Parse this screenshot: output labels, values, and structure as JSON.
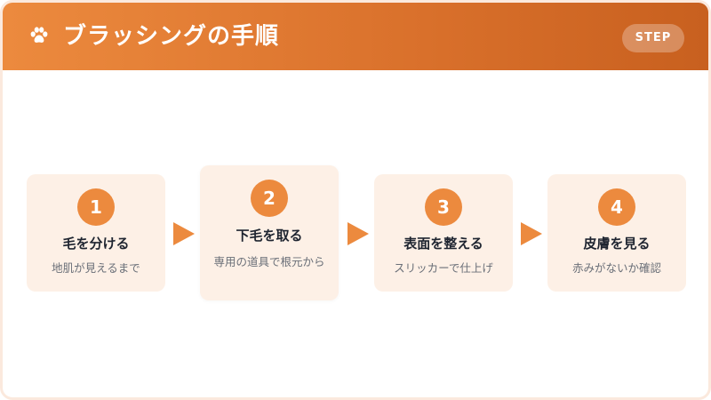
{
  "header": {
    "title": "ブラッシングの手順",
    "badge": "STEP",
    "icon": "paw-icon"
  },
  "colors": {
    "accent": "#ec8a3e",
    "card_bg": "#fdf0e6",
    "header_start": "#ec8a3e",
    "header_end": "#c8601f"
  },
  "steps": [
    {
      "number": "1",
      "title": "毛を分ける",
      "description": "地肌が見えるまで"
    },
    {
      "number": "2",
      "title": "下毛を取る",
      "description": "専用の道具で根元から"
    },
    {
      "number": "3",
      "title": "表面を整える",
      "description": "スリッカーで仕上げ"
    },
    {
      "number": "4",
      "title": "皮膚を見る",
      "description": "赤みがないか確認"
    }
  ]
}
